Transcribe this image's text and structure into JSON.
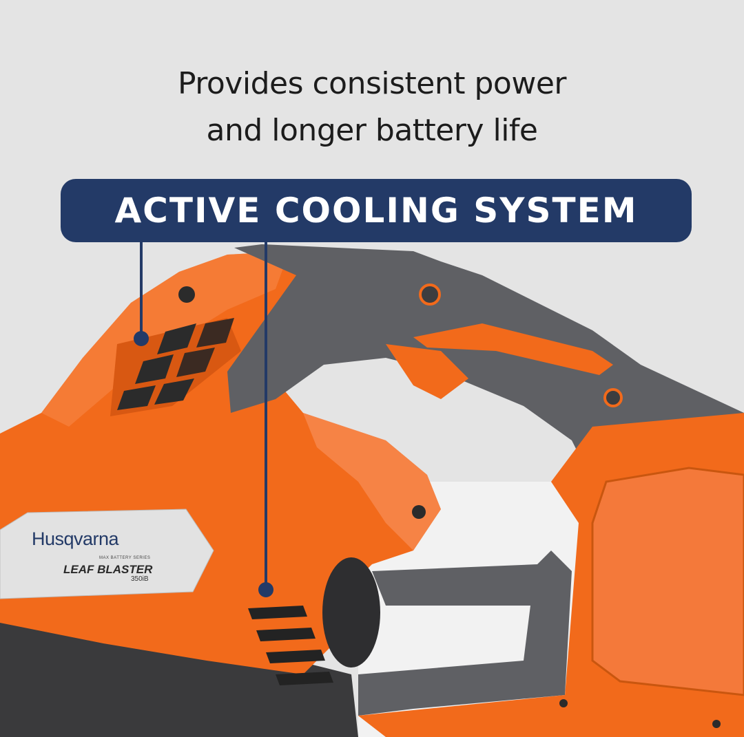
{
  "headline": {
    "line1": "Provides consistent power",
    "line2": "and longer battery life"
  },
  "banner": {
    "label": "ACTIVE COOLING SYSTEM",
    "color": "#233a67"
  },
  "product_label": {
    "brand": "Husqvarna",
    "series": "MAX BATTERY SERIES",
    "product": "LEAF BLASTER",
    "model": "350iB"
  },
  "colors": {
    "background": "#e4e4e4",
    "body_orange": "#f26a1b",
    "grip_gray": "#5f6064",
    "callout_navy": "#233a67"
  }
}
